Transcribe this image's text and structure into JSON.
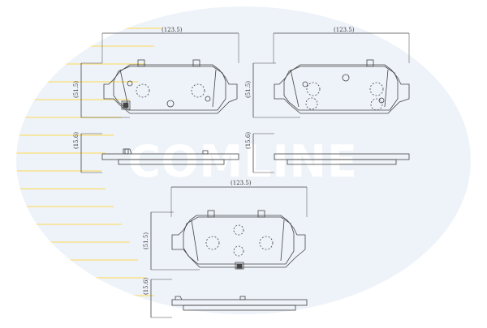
{
  "watermark": {
    "brand_text": "COMLINE",
    "ellipse_color": "#eef3f9",
    "stripe_color": "#f6e6a6",
    "text_color": "#ffffff"
  },
  "colors": {
    "line": "#444444",
    "text": "#333333"
  },
  "drawing": {
    "pad_top_left": {
      "width_dim": "(123.5)",
      "height_dim": "(51.5)",
      "thickness_dim": "(15.6)"
    },
    "pad_top_right": {
      "width_dim": "(123.5)",
      "height_dim": "(51.5)",
      "thickness_dim": "(15.6)"
    },
    "pad_bottom": {
      "width_dim": "(123.5)",
      "height_dim": "(51.5)",
      "thickness_dim": "(15.6)"
    }
  }
}
